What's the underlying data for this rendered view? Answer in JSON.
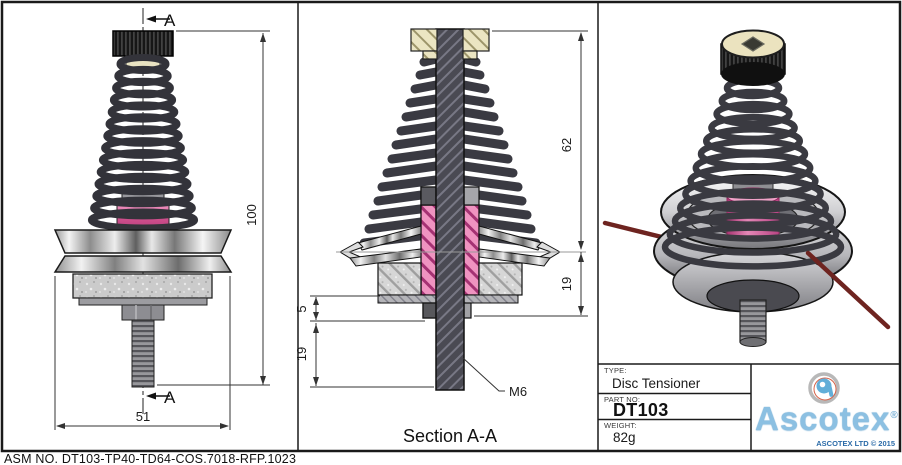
{
  "front_view": {
    "section_marker_top": "A",
    "section_marker_bottom": "A",
    "dim_height": "100",
    "dim_width": "51"
  },
  "section_view": {
    "label": "Section A-A",
    "dim_overall": "62",
    "dim_groove_to_nut": "19",
    "dim_nut": "5",
    "dim_stud": "19",
    "thread_callout": "M6"
  },
  "title_block": {
    "type_label": "TYPE:",
    "type_value": "Disc Tensioner",
    "part_no_label": "PART NO:",
    "part_no_value": "DT103",
    "weight_label": "WEIGHT:",
    "weight_value": "82g",
    "brand_name": "Ascotex",
    "registered_mark": "®",
    "copyright": "ASCOTEX LTD © 2015"
  },
  "footer_note": "ASM NO. DT103-TP40-TD64-COS.7018-RFP.1023",
  "colors": {
    "accent_pink": "#e87bb2",
    "spring_dark": "#33333a",
    "brand_blue": "#8cc0e2",
    "brand_dark_blue": "#2b6ba8",
    "wire_maroon": "#6e2420",
    "cream": "#ebe5c2"
  }
}
